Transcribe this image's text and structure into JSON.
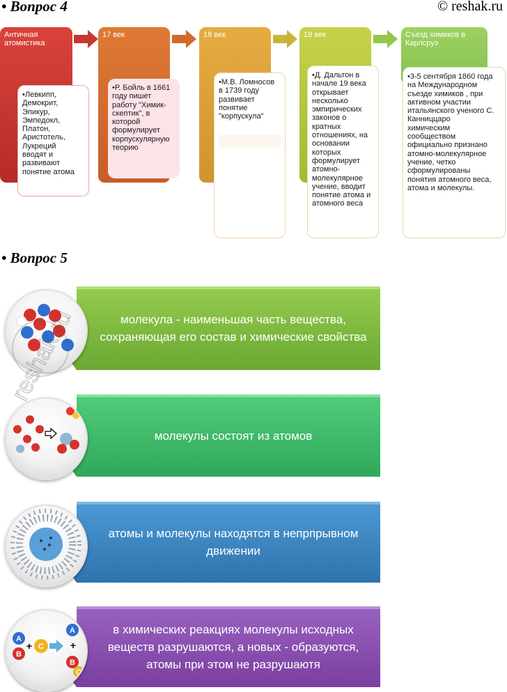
{
  "header": {
    "q4_title": "• Вопрос 4",
    "copyright": "© reshak.ru",
    "q5_title": "• Вопрос 5"
  },
  "timeline": [
    {
      "label": "Античная\nатомистика",
      "text": "•Левкипп,\nДемокрит,\nЭпикур,\nЭмпедокл,\nПлатон,\nАристотель,\nЛукреций\nвводят и\nразвивают\nпонятие атома",
      "color": "#c8342f"
    },
    {
      "label": "17 век",
      "text": "•Р. Бойль в 1661\nгоду пишет\nработу \"Химик-\nскептик\", в\nкоторой\nформулирует\nкорпускулярную\nтеорию",
      "color": "#d36a2c"
    },
    {
      "label": "18 век",
      "text": "•М.В. Ломносов\nв 1739 году\nразвивает\nпонятие\n\"корпускула\"",
      "color": "#d9a035"
    },
    {
      "label": "19 век",
      "text": "•Д. Дальтон в\nначале 19 века\nоткрывает\nнесколько\nэмпирических\nзаконов о кратных\nотношениях, на\nосновании\nкоторых\nформулирует\nатомно-\nмолекулярное\nучение, вводит\nпонятие атома и\nатомного веса",
      "color": "#b4c43c"
    },
    {
      "label": "Съезд химиков в\nКарлсруэ",
      "text": "•3-5 сентября 1860 года\nна Международном\nсъезде химиков , при\nактивном участии\nитальянского ученого С.\nКанниццаро\nхимическим\nсообществом\nофициально признано\nатомно-молекулярное\nучение, четко\nсформулированы\nпонятия атомного веса,\nатома и молекулы.",
      "color": "#8cc751"
    }
  ],
  "banners": [
    {
      "text": "молекула - наименьшая часть вещества, сохраняющая его состав и химические свойства",
      "color": "#7dba3c",
      "icon": "molecule-cluster-icon"
    },
    {
      "text": "молекулы состоят из атомов",
      "color": "#3fbf6a",
      "icon": "atoms-to-molecule-icon"
    },
    {
      "text": "атомы и молекулы находятся в непрпрывном движении",
      "color": "#3a86c0",
      "icon": "particle-motion-icon"
    },
    {
      "text": "в химических реакциях молекулы исходных веществ разрушаются, а новых - образуются, атомы при этом не разрушаютя",
      "color": "#8a4fb0",
      "icon": "reaction-abc-icon"
    }
  ],
  "reaction_letters": [
    "A",
    "B",
    "C",
    "A",
    "B",
    "C"
  ],
  "reaction_symbols": [
    "+",
    "+"
  ],
  "watermark": "reshak.ru"
}
